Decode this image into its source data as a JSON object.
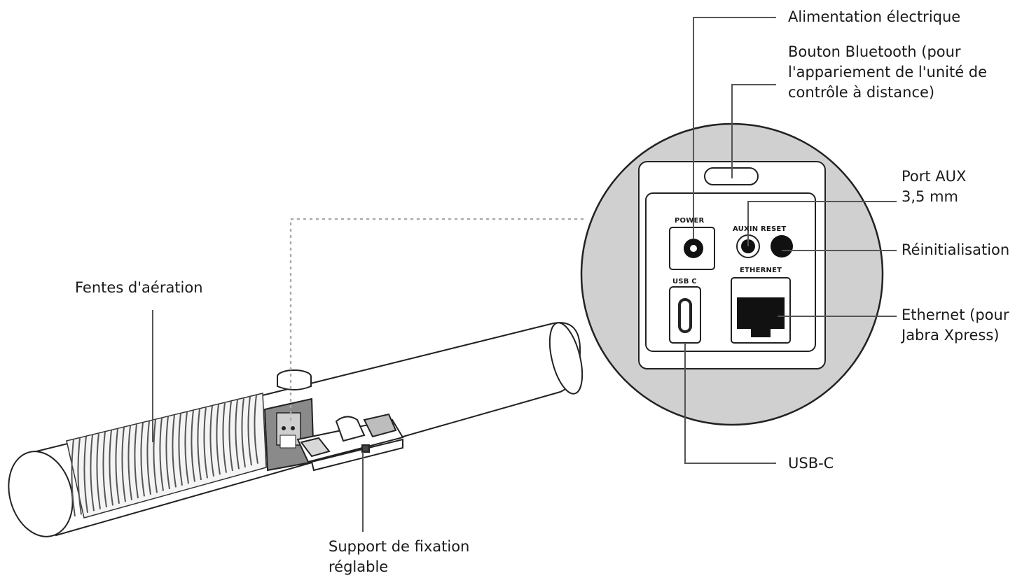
{
  "callouts": {
    "power_supply": "Alimentation électrique",
    "bluetooth_button": "Bouton Bluetooth (pour\nl'appariement de l'unité de\ncontrôle à distance)",
    "aux_port": "Port AUX\n3,5 mm",
    "reset": "Réinitialisation",
    "ethernet": "Ethernet (pour\nJabra Xpress)",
    "usb_c": "USB-C",
    "vents": "Fentes d'aération",
    "mount": "Support de fixation\nréglable"
  },
  "panel_labels": {
    "power": "POWER",
    "auxin_reset": "AUXIN RESET",
    "ethernet": "ETHERNET",
    "usb_c": "USB C"
  }
}
